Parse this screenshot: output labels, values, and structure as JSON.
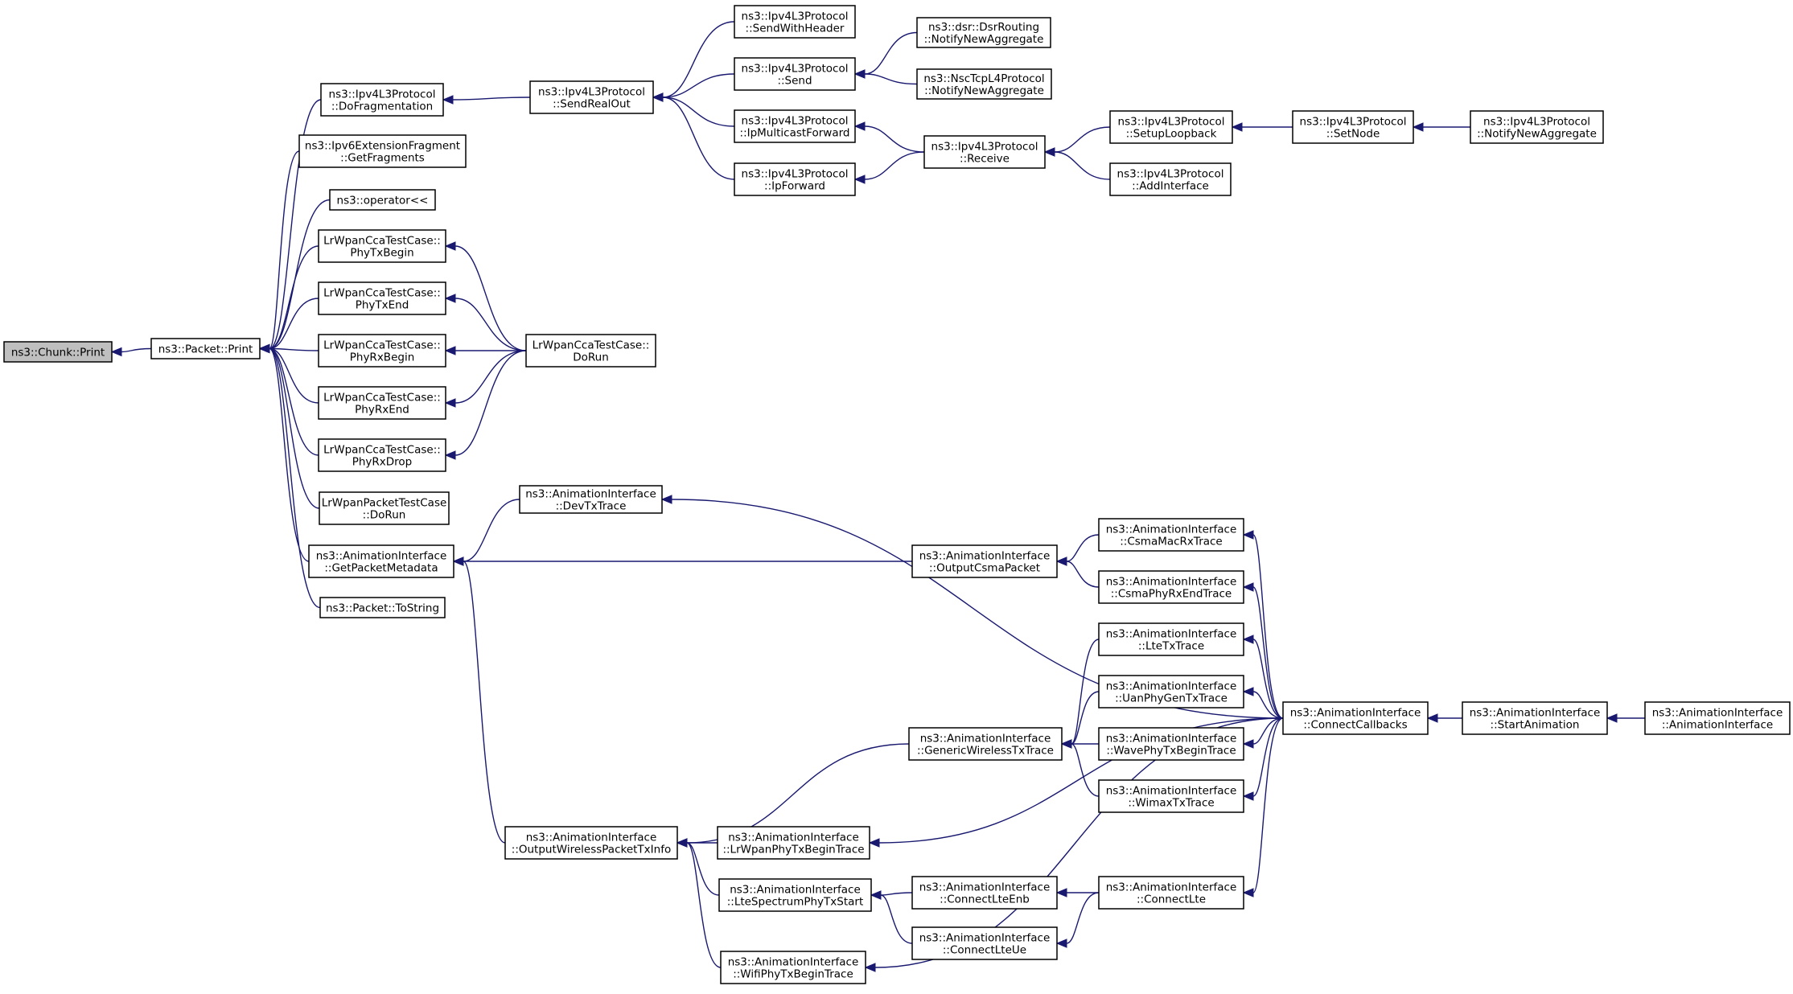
{
  "title": "",
  "colors": {
    "edge": "#191970",
    "root_fill": "#bfbfbf",
    "node_fill": "#ffffff",
    "node_border": "#000000"
  },
  "nodes": [
    {
      "id": "chunk_print",
      "lines": [
        "ns3::Chunk::Print"
      ]
    },
    {
      "id": "packet_print",
      "lines": [
        "ns3::Packet::Print"
      ]
    },
    {
      "id": "ipv4_dofrag",
      "lines": [
        "ns3::Ipv4L3Protocol",
        "::DoFragmentation"
      ]
    },
    {
      "id": "ipv6_getfrag",
      "lines": [
        "ns3::Ipv6ExtensionFragment",
        "::GetFragments"
      ]
    },
    {
      "id": "operator_ll",
      "lines": [
        "ns3::operator<<"
      ]
    },
    {
      "id": "lr_phytxbegin",
      "lines": [
        "LrWpanCcaTestCase::",
        "PhyTxBegin"
      ]
    },
    {
      "id": "lr_phytxend",
      "lines": [
        "LrWpanCcaTestCase::",
        "PhyTxEnd"
      ]
    },
    {
      "id": "lr_phyrxbegin",
      "lines": [
        "LrWpanCcaTestCase::",
        "PhyRxBegin"
      ]
    },
    {
      "id": "lr_phyrxend",
      "lines": [
        "LrWpanCcaTestCase::",
        "PhyRxEnd"
      ]
    },
    {
      "id": "lr_phyrxdrop",
      "lines": [
        "LrWpanCcaTestCase::",
        "PhyRxDrop"
      ]
    },
    {
      "id": "lr_packet_dorun",
      "lines": [
        "LrWpanPacketTestCase",
        "::DoRun"
      ]
    },
    {
      "id": "ai_getpacketmeta",
      "lines": [
        "ns3::AnimationInterface",
        "::GetPacketMetadata"
      ]
    },
    {
      "id": "packet_tostring",
      "lines": [
        "ns3::Packet::ToString"
      ]
    },
    {
      "id": "ipv4_sendrealout",
      "lines": [
        "ns3::Ipv4L3Protocol",
        "::SendRealOut"
      ]
    },
    {
      "id": "lr_cca_dorun",
      "lines": [
        "LrWpanCcaTestCase::",
        "DoRun"
      ]
    },
    {
      "id": "ai_devtxtrace",
      "lines": [
        "ns3::AnimationInterface",
        "::DevTxTrace"
      ]
    },
    {
      "id": "ai_outputwireless",
      "lines": [
        "ns3::AnimationInterface",
        "::OutputWirelessPacketTxInfo"
      ]
    },
    {
      "id": "ipv4_sendwithheader",
      "lines": [
        "ns3::Ipv4L3Protocol",
        "::SendWithHeader"
      ]
    },
    {
      "id": "ipv4_send",
      "lines": [
        "ns3::Ipv4L3Protocol",
        "::Send"
      ]
    },
    {
      "id": "ipv4_ipmulticast",
      "lines": [
        "ns3::Ipv4L3Protocol",
        "::IpMulticastForward"
      ]
    },
    {
      "id": "ipv4_ipforward",
      "lines": [
        "ns3::Ipv4L3Protocol",
        "::IpForward"
      ]
    },
    {
      "id": "ai_lrwpanphytx",
      "lines": [
        "ns3::AnimationInterface",
        "::LrWpanPhyTxBeginTrace"
      ]
    },
    {
      "id": "ai_ltespectrum",
      "lines": [
        "ns3::AnimationInterface",
        "::LteSpectrumPhyTxStart"
      ]
    },
    {
      "id": "ai_wifiphytx",
      "lines": [
        "ns3::AnimationInterface",
        "::WifiPhyTxBeginTrace"
      ]
    },
    {
      "id": "dsr_notify",
      "lines": [
        "ns3::dsr::DsrRouting",
        "::NotifyNewAggregate"
      ]
    },
    {
      "id": "nsctcp_notify",
      "lines": [
        "ns3::NscTcpL4Protocol",
        "::NotifyNewAggregate"
      ]
    },
    {
      "id": "ipv4_receive",
      "lines": [
        "ns3::Ipv4L3Protocol",
        "::Receive"
      ]
    },
    {
      "id": "ai_outputcsma",
      "lines": [
        "ns3::AnimationInterface",
        "::OutputCsmaPacket"
      ]
    },
    {
      "id": "ai_genericwireless",
      "lines": [
        "ns3::AnimationInterface",
        "::GenericWirelessTxTrace"
      ]
    },
    {
      "id": "ai_connectlteenb",
      "lines": [
        "ns3::AnimationInterface",
        "::ConnectLteEnb"
      ]
    },
    {
      "id": "ai_connectlteue",
      "lines": [
        "ns3::AnimationInterface",
        "::ConnectLteUe"
      ]
    },
    {
      "id": "ipv4_setuploopback",
      "lines": [
        "ns3::Ipv4L3Protocol",
        "::SetupLoopback"
      ]
    },
    {
      "id": "ipv4_addinterface",
      "lines": [
        "ns3::Ipv4L3Protocol",
        "::AddInterface"
      ]
    },
    {
      "id": "ai_csmamacrx",
      "lines": [
        "ns3::AnimationInterface",
        "::CsmaMacRxTrace"
      ]
    },
    {
      "id": "ai_csmaphyrxend",
      "lines": [
        "ns3::AnimationInterface",
        "::CsmaPhyRxEndTrace"
      ]
    },
    {
      "id": "ai_ltetx",
      "lines": [
        "ns3::AnimationInterface",
        "::LteTxTrace"
      ]
    },
    {
      "id": "ai_uanphygentx",
      "lines": [
        "ns3::AnimationInterface",
        "::UanPhyGenTxTrace"
      ]
    },
    {
      "id": "ai_wavephytx",
      "lines": [
        "ns3::AnimationInterface",
        "::WavePhyTxBeginTrace"
      ]
    },
    {
      "id": "ai_wimaxtx",
      "lines": [
        "ns3::AnimationInterface",
        "::WimaxTxTrace"
      ]
    },
    {
      "id": "ai_connectlte",
      "lines": [
        "ns3::AnimationInterface",
        "::ConnectLte"
      ]
    },
    {
      "id": "ipv4_setnode",
      "lines": [
        "ns3::Ipv4L3Protocol",
        "::SetNode"
      ]
    },
    {
      "id": "ai_connectcallbacks",
      "lines": [
        "ns3::AnimationInterface",
        "::ConnectCallbacks"
      ]
    },
    {
      "id": "ipv4_notifynewagg",
      "lines": [
        "ns3::Ipv4L3Protocol",
        "::NotifyNewAggregate"
      ]
    },
    {
      "id": "ai_startanimation",
      "lines": [
        "ns3::AnimationInterface",
        "::StartAnimation"
      ]
    },
    {
      "id": "ai_ctor",
      "lines": [
        "ns3::AnimationInterface",
        "::AnimationInterface"
      ]
    }
  ],
  "edges": [
    [
      "packet_print",
      "chunk_print"
    ],
    [
      "ipv4_dofrag",
      "packet_print"
    ],
    [
      "ipv6_getfrag",
      "packet_print"
    ],
    [
      "operator_ll",
      "packet_print"
    ],
    [
      "lr_phytxbegin",
      "packet_print"
    ],
    [
      "lr_phytxend",
      "packet_print"
    ],
    [
      "lr_phyrxbegin",
      "packet_print"
    ],
    [
      "lr_phyrxend",
      "packet_print"
    ],
    [
      "lr_phyrxdrop",
      "packet_print"
    ],
    [
      "lr_packet_dorun",
      "packet_print"
    ],
    [
      "ai_getpacketmeta",
      "packet_print"
    ],
    [
      "packet_tostring",
      "packet_print"
    ],
    [
      "ipv4_sendrealout",
      "ipv4_dofrag"
    ],
    [
      "lr_cca_dorun",
      "lr_phytxbegin"
    ],
    [
      "lr_cca_dorun",
      "lr_phytxend"
    ],
    [
      "lr_cca_dorun",
      "lr_phyrxbegin"
    ],
    [
      "lr_cca_dorun",
      "lr_phyrxend"
    ],
    [
      "lr_cca_dorun",
      "lr_phyrxdrop"
    ],
    [
      "ai_devtxtrace",
      "ai_getpacketmeta"
    ],
    [
      "ai_outputcsma",
      "ai_getpacketmeta"
    ],
    [
      "ai_outputwireless",
      "ai_getpacketmeta"
    ],
    [
      "ipv4_sendwithheader",
      "ipv4_sendrealout"
    ],
    [
      "ipv4_send",
      "ipv4_sendrealout"
    ],
    [
      "ipv4_ipmulticast",
      "ipv4_sendrealout"
    ],
    [
      "ipv4_ipforward",
      "ipv4_sendrealout"
    ],
    [
      "dsr_notify",
      "ipv4_send"
    ],
    [
      "nsctcp_notify",
      "ipv4_send"
    ],
    [
      "ipv4_receive",
      "ipv4_ipmulticast"
    ],
    [
      "ipv4_receive",
      "ipv4_ipforward"
    ],
    [
      "ipv4_setuploopback",
      "ipv4_receive"
    ],
    [
      "ipv4_addinterface",
      "ipv4_receive"
    ],
    [
      "ipv4_setnode",
      "ipv4_setuploopback"
    ],
    [
      "ipv4_notifynewagg",
      "ipv4_setnode"
    ],
    [
      "ai_connectcallbacks",
      "ai_devtxtrace"
    ],
    [
      "ai_csmamacrx",
      "ai_outputcsma"
    ],
    [
      "ai_csmaphyrxend",
      "ai_outputcsma"
    ],
    [
      "ai_connectcallbacks",
      "ai_csmamacrx"
    ],
    [
      "ai_connectcallbacks",
      "ai_csmaphyrxend"
    ],
    [
      "ai_genericwireless",
      "ai_outputwireless"
    ],
    [
      "ai_lrwpanphytx",
      "ai_outputwireless"
    ],
    [
      "ai_ltespectrum",
      "ai_outputwireless"
    ],
    [
      "ai_wifiphytx",
      "ai_outputwireless"
    ],
    [
      "ai_ltetx",
      "ai_genericwireless"
    ],
    [
      "ai_uanphygentx",
      "ai_genericwireless"
    ],
    [
      "ai_wavephytx",
      "ai_genericwireless"
    ],
    [
      "ai_wimaxtx",
      "ai_genericwireless"
    ],
    [
      "ai_connectcallbacks",
      "ai_ltetx"
    ],
    [
      "ai_connectcallbacks",
      "ai_uanphygentx"
    ],
    [
      "ai_connectcallbacks",
      "ai_wavephytx"
    ],
    [
      "ai_connectcallbacks",
      "ai_wimaxtx"
    ],
    [
      "ai_connectcallbacks",
      "ai_lrwpanphytx"
    ],
    [
      "ai_connectlteenb",
      "ai_ltespectrum"
    ],
    [
      "ai_connectlteue",
      "ai_ltespectrum"
    ],
    [
      "ai_connectlte",
      "ai_connectlteenb"
    ],
    [
      "ai_connectlte",
      "ai_connectlteue"
    ],
    [
      "ai_connectcallbacks",
      "ai_connectlte"
    ],
    [
      "ai_connectcallbacks",
      "ai_wifiphytx"
    ],
    [
      "ai_startanimation",
      "ai_connectcallbacks"
    ],
    [
      "ai_ctor",
      "ai_startanimation"
    ]
  ]
}
